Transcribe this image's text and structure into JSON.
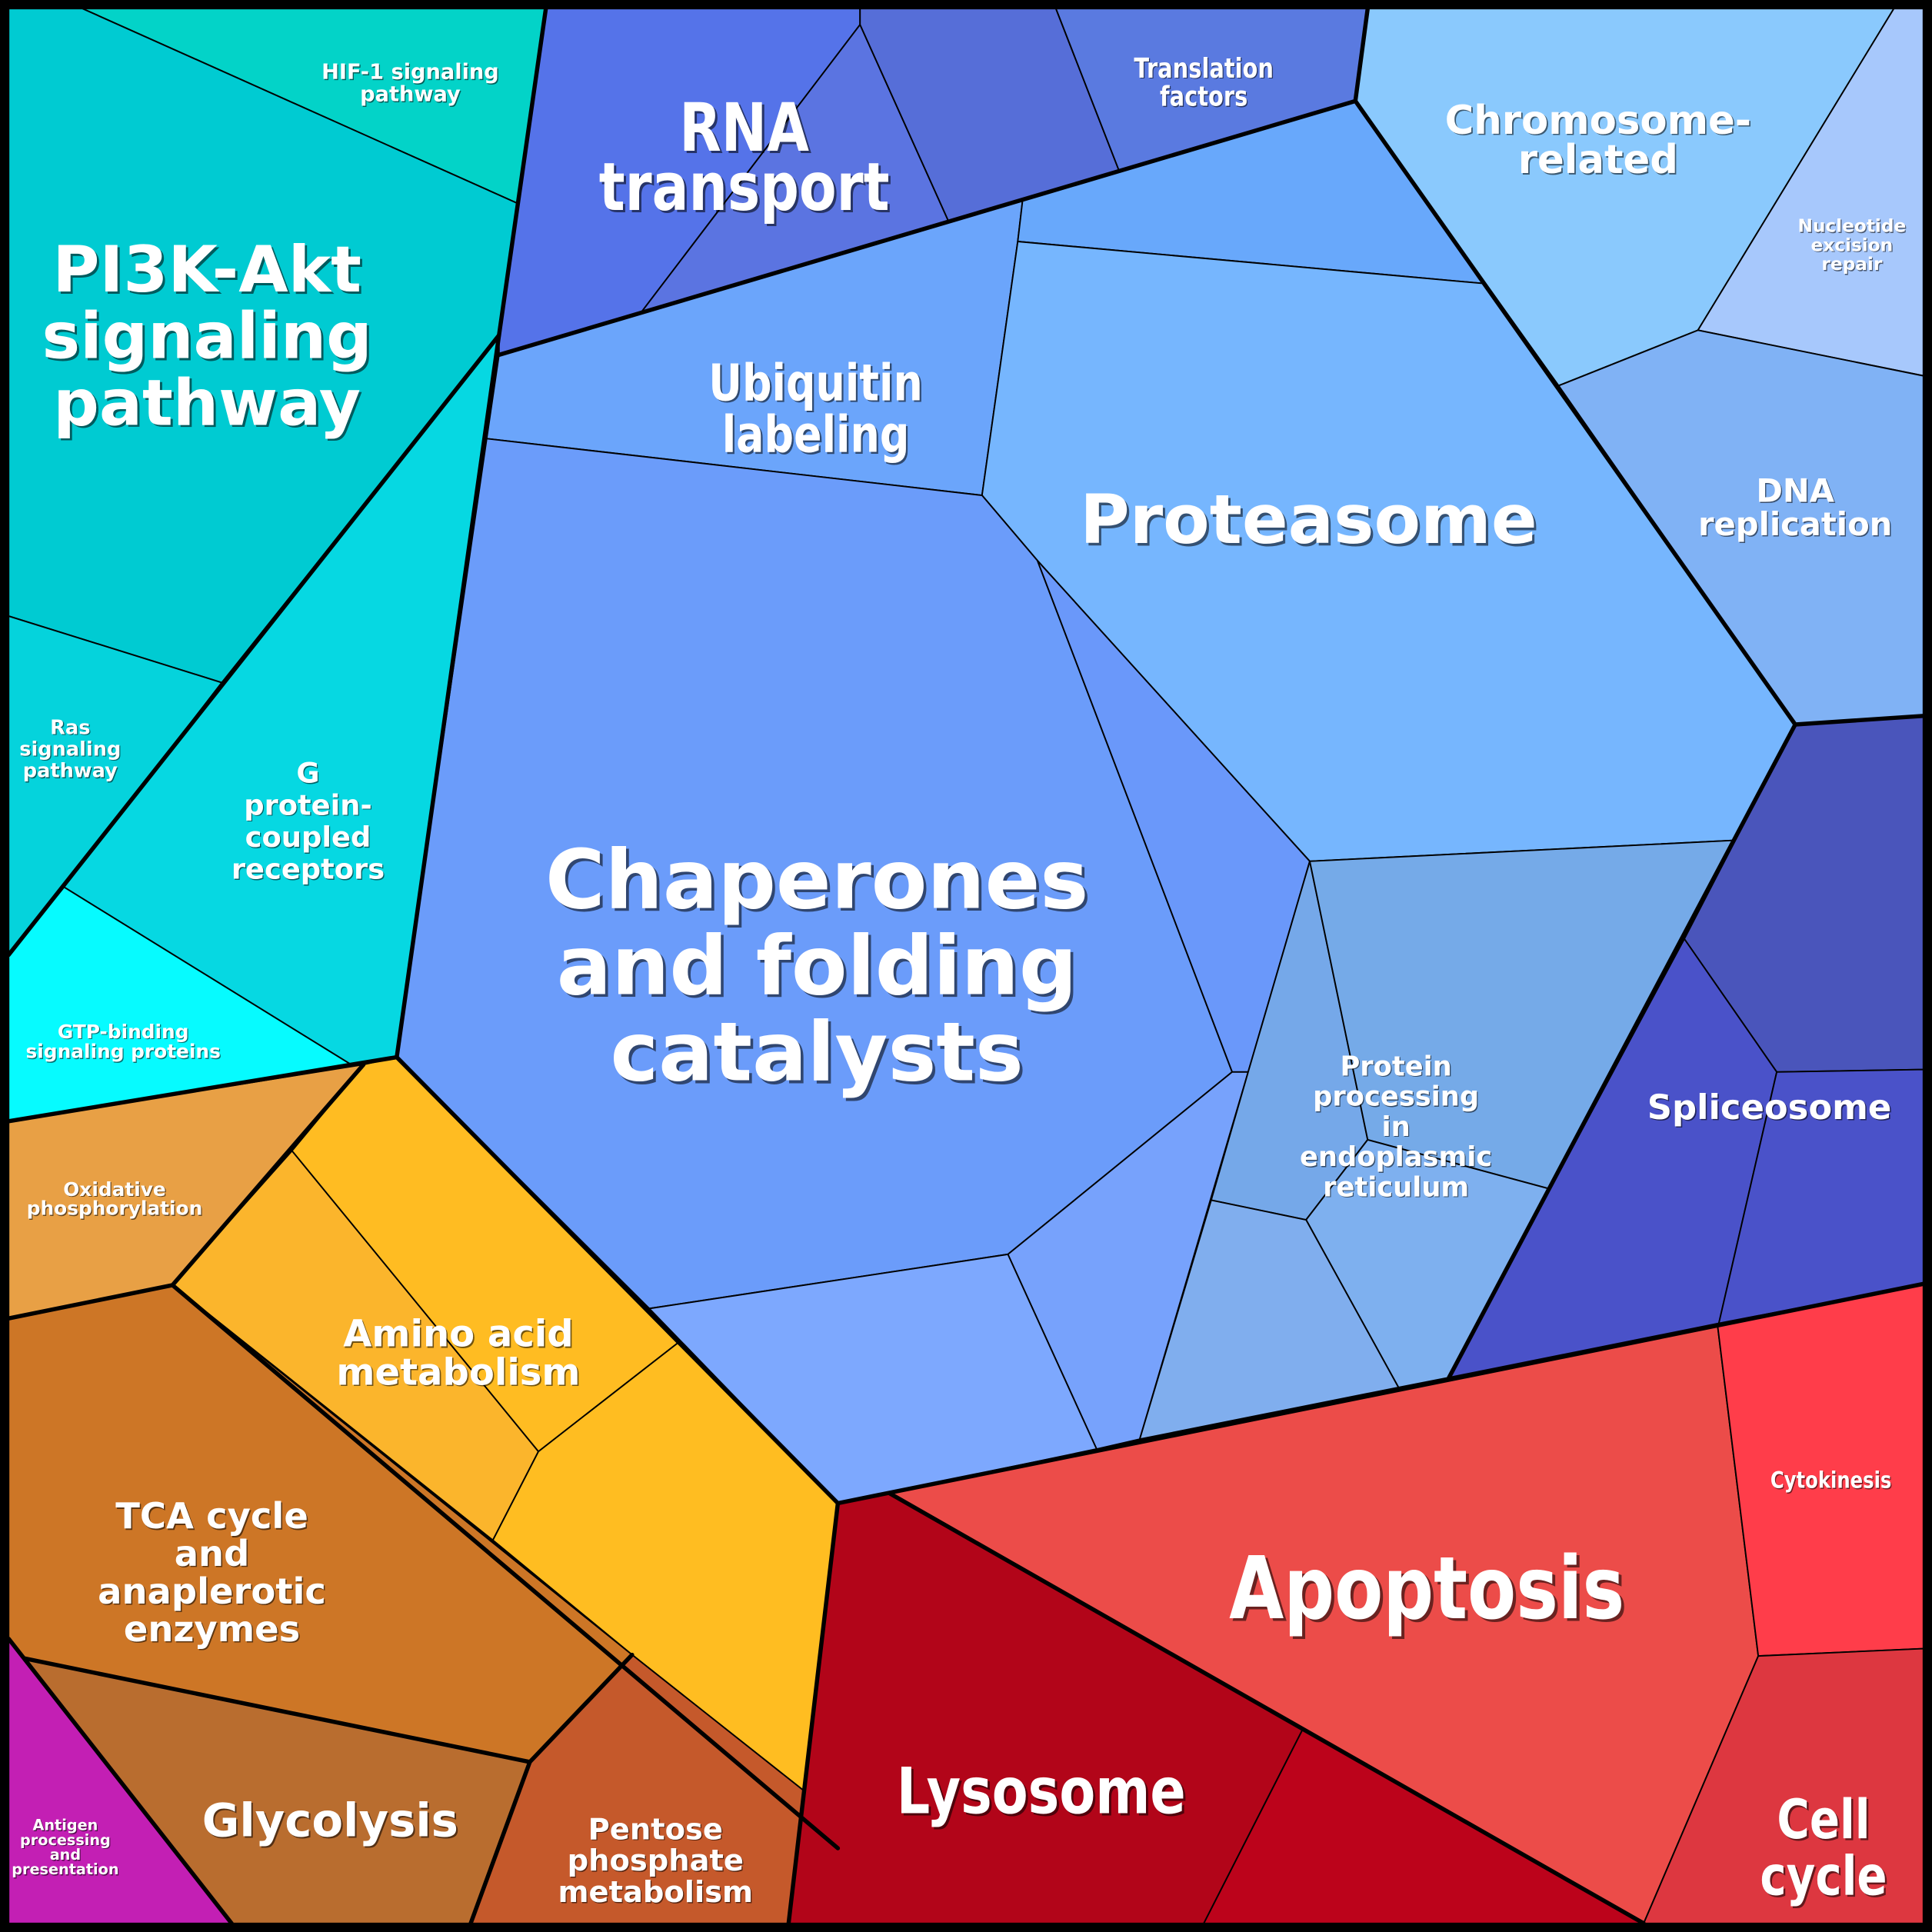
{
  "title": "Proteomaps-style Voronoi treemap of functional categories",
  "colors": {
    "hif1": "#03d3c8",
    "pi3k": "#00cbd2",
    "ras": "#05d3dc",
    "gpcr": "#06d8e2",
    "gtp": "#06fbff",
    "rna_a": "#5573e9",
    "rna_b": "#5b74e1",
    "rna_c": "#566ed8",
    "translation": "#5a7ae0",
    "ubiquitin": "#6ba5fb",
    "ubiquitin_top": "#68a8fb",
    "proteasome": "#76b6fe",
    "chromosome": "#8ac9fd",
    "nucleotide": "#a7c8fc",
    "dna_rep": "#80b2f5",
    "chaperones": "#6b9cfa",
    "chap_b": "#6a98fa",
    "chap_c": "#77a2fc",
    "chap_d": "#7da8fe",
    "er_a": "#75a8e9",
    "er_b": "#75aae8",
    "er_c": "#7eb0ef",
    "er_d": "#80aeee",
    "splice_a": "#4a55bb",
    "splice_b": "#4a52c9",
    "splice_c": "#4a52c9",
    "oxphos": "#e8a045",
    "amino_a": "#fbb52c",
    "amino_b": "#ffbc22",
    "amino_c": "#ffbd21",
    "tca": "#cd7626",
    "glycolysis": "#b96d2f",
    "pentose": "#c5592b",
    "antigen": "#c31fb4",
    "lysosome_a": "#b20519",
    "lysosome_b": "#bc031b",
    "apoptosis": "#ec4c49",
    "cytokinesis": "#ff3d4a",
    "cellcycle": "#dd3740",
    "border": "#000000",
    "label": "#ffffff"
  },
  "labels": {
    "hif1": [
      "HIF-1 signaling",
      "pathway"
    ],
    "pi3k": [
      "PI3K-Akt",
      "signaling",
      "pathway"
    ],
    "ras": [
      "Ras",
      "signaling",
      "pathway"
    ],
    "gpcr": [
      "G",
      "protein-",
      "coupled",
      "receptors"
    ],
    "gtp": [
      "GTP-binding",
      "signaling proteins"
    ],
    "rna": [
      "RNA",
      "transport"
    ],
    "translation": [
      "Translation",
      "factors"
    ],
    "ubiquitin": [
      "Ubiquitin",
      "labeling"
    ],
    "proteasome": [
      "Proteasome"
    ],
    "chromosome": [
      "Chromosome-",
      "related"
    ],
    "nucleotide": [
      "Nucleotide",
      "excision",
      "repair"
    ],
    "dna_rep": [
      "DNA",
      "replication"
    ],
    "chaperones": [
      "Chaperones",
      "and folding",
      "catalysts"
    ],
    "er": [
      "Protein",
      "processing",
      "in",
      "endoplasmic",
      "reticulum"
    ],
    "spliceosome": [
      "Spliceosome"
    ],
    "oxphos": [
      "Oxidative",
      "phosphorylation"
    ],
    "amino": [
      "Amino acid",
      "metabolism"
    ],
    "tca": [
      "TCA cycle",
      "and",
      "anaplerotic",
      "enzymes"
    ],
    "glycolysis": [
      "Glycolysis"
    ],
    "pentose": [
      "Pentose",
      "phosphate",
      "metabolism"
    ],
    "antigen": [
      "Antigen",
      "processing",
      "and",
      "presentation"
    ],
    "lysosome": [
      "Lysosome"
    ],
    "apoptosis": [
      "Apoptosis"
    ],
    "cytokinesis": [
      "Cytokinesis"
    ],
    "cellcycle": [
      "Cell",
      "cycle"
    ]
  }
}
